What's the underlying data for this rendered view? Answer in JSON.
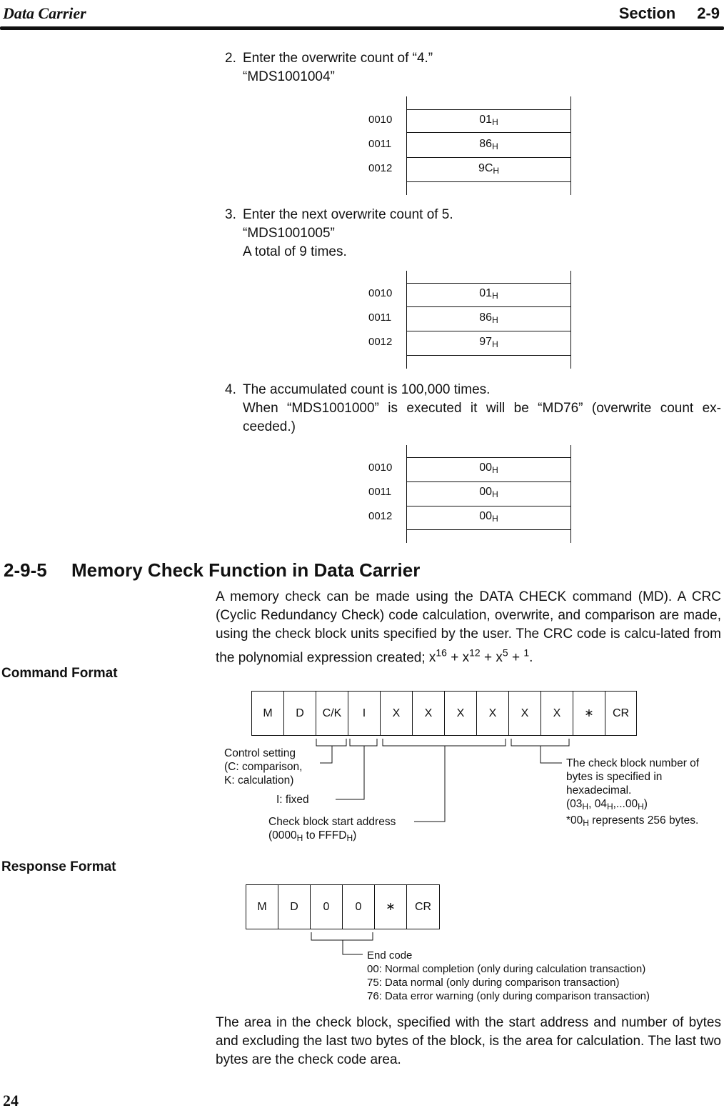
{
  "header": {
    "left": "Data Carrier",
    "section_word": "Section",
    "section_num": "2-9"
  },
  "steps": [
    {
      "num": "2.",
      "lines": [
        "Enter the overwrite count of “4.”",
        "“MDS1001004”"
      ]
    },
    {
      "num": "3.",
      "lines": [
        "Enter the next overwrite count of 5.",
        "“MDS1001005”",
        "A total of 9 times."
      ]
    },
    {
      "num": "4.",
      "lines": [
        "The accumulated count is 100,000 times."
      ],
      "para": "When “MDS1001000” is executed it will be “MD76” (overwrite count ex-ceeded.)"
    }
  ],
  "tables": [
    {
      "rows": [
        {
          "addr": "0010",
          "val": "01",
          "unit": "H"
        },
        {
          "addr": "0011",
          "val": "86",
          "unit": "H"
        },
        {
          "addr": "0012",
          "val": "9C",
          "unit": "H"
        }
      ]
    },
    {
      "rows": [
        {
          "addr": "0010",
          "val": "01",
          "unit": "H"
        },
        {
          "addr": "0011",
          "val": "86",
          "unit": "H"
        },
        {
          "addr": "0012",
          "val": "97",
          "unit": "H"
        }
      ]
    },
    {
      "rows": [
        {
          "addr": "0010",
          "val": "00",
          "unit": "H"
        },
        {
          "addr": "0011",
          "val": "00",
          "unit": "H"
        },
        {
          "addr": "0012",
          "val": "00",
          "unit": "H"
        }
      ]
    }
  ],
  "section": {
    "number": "2-9-5",
    "title": "Memory Check Function in Data Carrier",
    "intro": "A memory check can be made using the DATA CHECK command (MD). A CRC (Cyclic Redundancy Check) code calculation, overwrite, and comparison are made, using the check block units specified by the user. The CRC code is calcu-lated from the polynomial expression created;",
    "poly": {
      "x": "x",
      "e1": "16",
      "e2": "12",
      "e3": "5",
      "one": "1",
      "plus": "+",
      "end": "."
    }
  },
  "command": {
    "label": "Command Format",
    "cells": [
      "M",
      "D",
      "C/K",
      "I",
      "X",
      "X",
      "X",
      "X",
      "X",
      "X",
      "∗",
      "CR"
    ],
    "notes": {
      "control": [
        "Control setting",
        "(C: comparison,",
        "K: calculation)"
      ],
      "fixed": "I: fixed",
      "start": [
        "Check block start address"
      ],
      "start_range": {
        "open": "(0000",
        "h1": "H",
        "to": " to FFFD",
        "h2": "H",
        "close": ")"
      },
      "bytes": [
        "The check block number of",
        "bytes is specified in",
        "hexadecimal."
      ],
      "bytes_range": {
        "a": "(03",
        "h1": "H",
        "b": ", 04",
        "h2": "H",
        "c": ",...00",
        "h3": "H",
        "d": ")"
      },
      "star": {
        "a": "*00",
        "h": "H",
        "b": " represents 256 bytes."
      }
    }
  },
  "response": {
    "label": "Response Format",
    "cells": [
      "M",
      "D",
      "0",
      "0",
      "∗",
      "CR"
    ],
    "notes": [
      "End code",
      "00: Normal completion (only during calculation transaction)",
      "75: Data normal (only during comparison transaction)",
      "76: Data error warning (only during comparison transaction)"
    ]
  },
  "closing": "The area in the check block, specified with the start address and number of bytes and excluding the last two bytes of the block, is the area for calculation. The last two bytes are the check code area.",
  "page_number": "24"
}
